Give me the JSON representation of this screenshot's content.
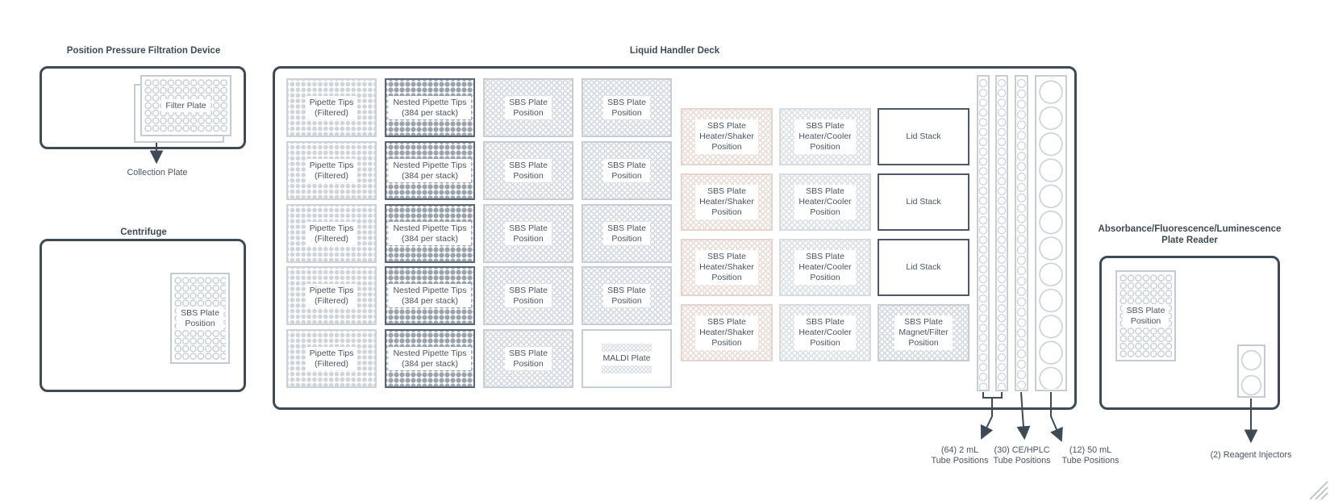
{
  "filtration_device": {
    "title": "Position Pressure Filtration Device",
    "filter_plate": "Filter Plate",
    "collection_plate": "Collection Plate"
  },
  "centrifuge": {
    "title": "Centrifuge",
    "sbs_plate": "SBS Plate\nPosition"
  },
  "deck": {
    "title": "Liquid Handler Deck",
    "pipette_tips": "Pipette Tips\n(Filtered)",
    "nested_tips": "Nested Pipette Tips\n(384 per stack)",
    "sbs_plate": "SBS Plate\nPosition",
    "maldi_plate": "MALDI Plate",
    "heater_shaker": "SBS Plate\nHeater/Shaker\nPosition",
    "heater_cooler": "SBS Plate\nHeater/Cooler\nPosition",
    "lid_stack": "Lid Stack",
    "magnet_filter": "SBS Plate\nMagnet/Filter\nPosition",
    "tube_2ml": "(64) 2 mL\nTube Positions",
    "tube_cehplc": "(30) CE/HPLC\nTube Positions",
    "tube_50ml": "(12) 50 mL\nTube Positions"
  },
  "plate_reader": {
    "title": "Absorbance/Fluorescence/Luminescence\nPlate Reader",
    "sbs_plate": "SBS Plate\nPosition",
    "reagent_injectors": "(2) Reagent Injectors"
  },
  "colors": {
    "outline_dark": "#3e4a56",
    "label_text": "#4a5563",
    "plate_border": "#c3ccd3",
    "ring_gray": "#cbd2d9",
    "dot_light": "#ced4d9",
    "dot_dark": "#99a4af",
    "heater_shaker_tint": "#e6d4cf",
    "heater_cooler_tint": "#d4dade"
  }
}
